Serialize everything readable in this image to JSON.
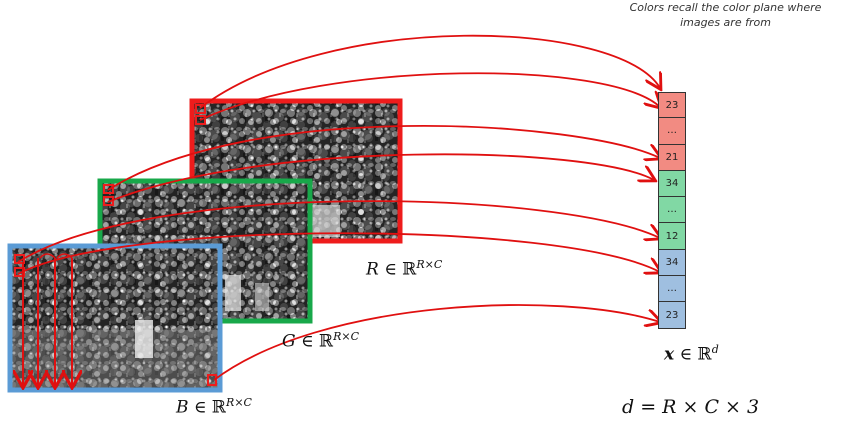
{
  "caption": {
    "line1": "Colors recall the color plane where",
    "line2": "images are from"
  },
  "planes": {
    "r_label": {
      "sym": "R",
      "set": "ℝ",
      "sup": "R×C"
    },
    "g_label": {
      "sym": "G",
      "set": "ℝ",
      "sup": "R×C"
    },
    "b_label": {
      "sym": "B",
      "set": "ℝ",
      "sup": "R×C"
    }
  },
  "vector": {
    "cells": [
      {
        "text": "23",
        "color": "#f28b82"
      },
      {
        "text": "…",
        "color": "#f28b82"
      },
      {
        "text": "21",
        "color": "#f28b82"
      },
      {
        "text": "34",
        "color": "#81d8a4"
      },
      {
        "text": "…",
        "color": "#81d8a4"
      },
      {
        "text": "12",
        "color": "#81d8a4"
      },
      {
        "text": "34",
        "color": "#9fbfe0"
      },
      {
        "text": "…",
        "color": "#9fbfe0"
      },
      {
        "text": "23",
        "color": "#9fbfe0"
      }
    ],
    "label": {
      "sym": "x",
      "set": "ℝ",
      "sup": "d"
    }
  },
  "formula": {
    "text": "d = R × C × 3"
  },
  "colors": {
    "red": "#ee1c1c",
    "green": "#18a84a",
    "blue": "#5b9bd5",
    "arrow": "#e01010"
  }
}
